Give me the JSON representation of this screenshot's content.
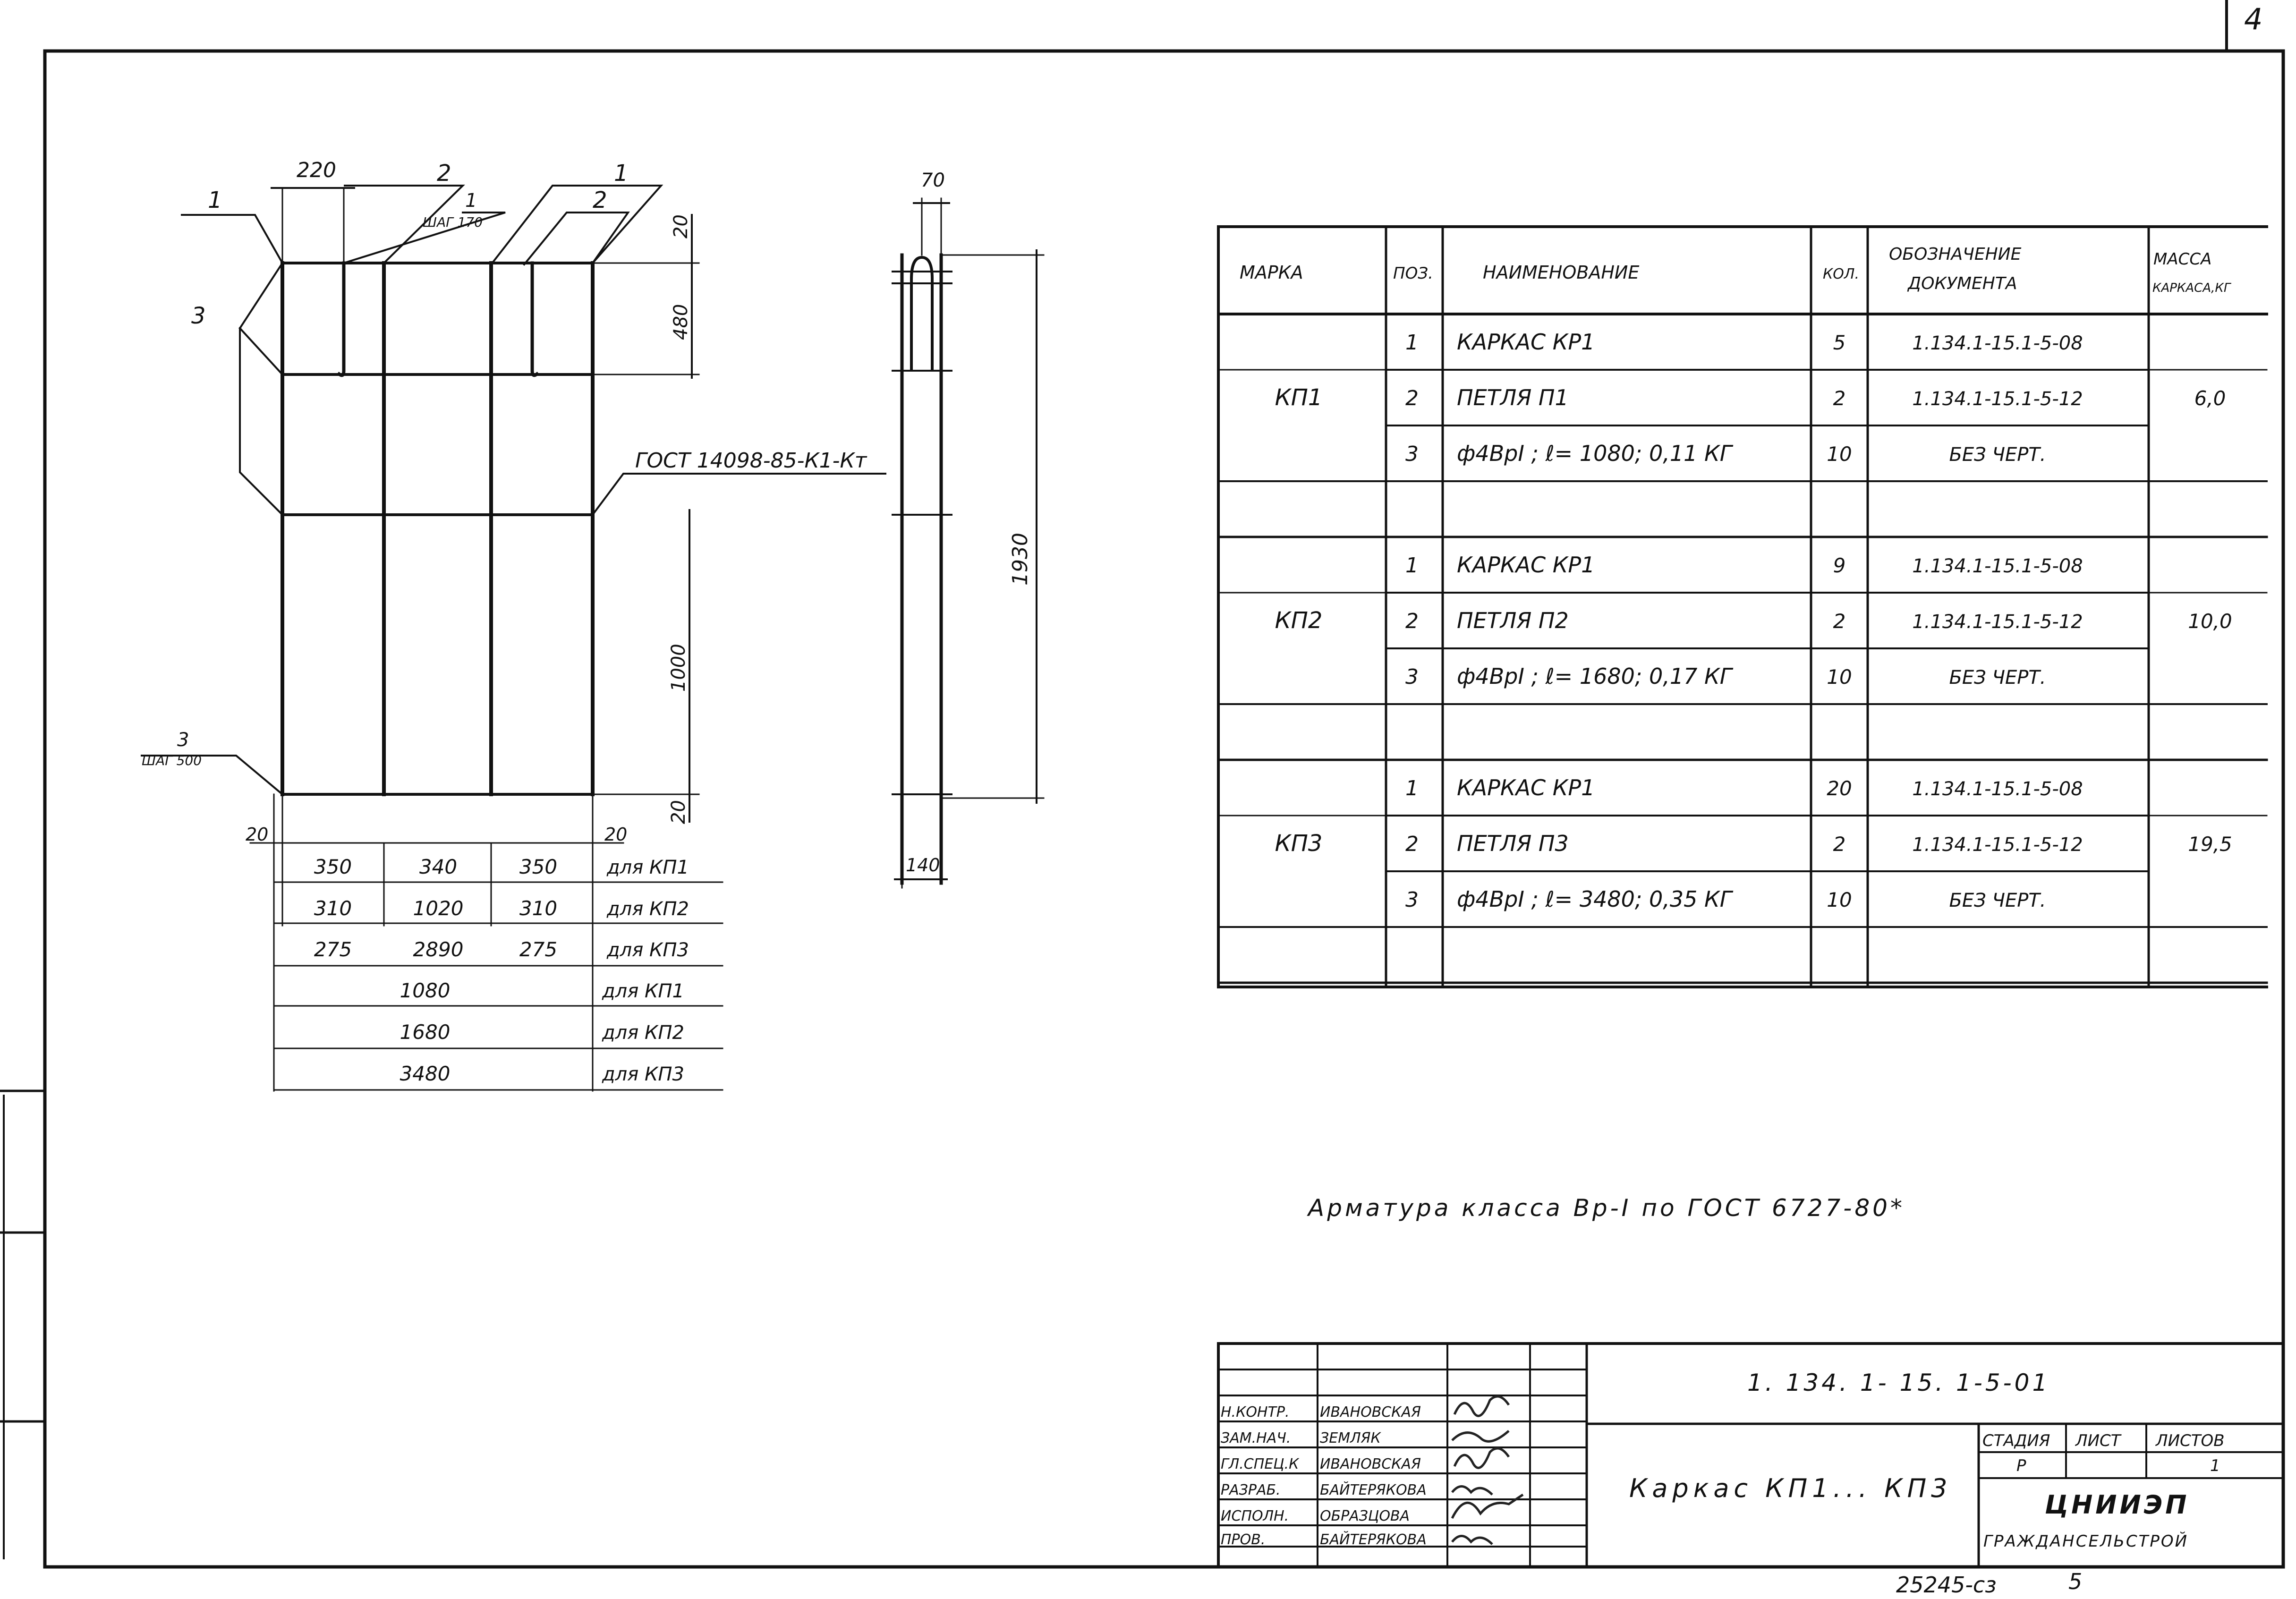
{
  "sheet": {
    "page_number": "4",
    "inventory_number": "25245-сз",
    "inventory_page": "5"
  },
  "drawing": {
    "top_dims": {
      "d220": "220",
      "d70": "70"
    },
    "callouts": {
      "pos1_left": "1",
      "pos2": "2",
      "pos1_step": "1",
      "pos1_step_label": "ШАГ 170",
      "pos1_right": "1",
      "pos2_right": "2",
      "pos3": "3",
      "pos3_bottom": "3",
      "pos3_step_label": "ШАГ 500",
      "weld_standard": "ГОСТ 14098-85-К1-Кт"
    },
    "vertical_dims": {
      "d20_top": "20",
      "d480": "480",
      "d1000": "1000",
      "d20_bot": "20",
      "d1930": "1930",
      "d140": "140"
    },
    "side_dims": {
      "d20_left": "20",
      "d20_right": "20"
    },
    "width_rows": [
      {
        "a": "350",
        "b": "340",
        "c": "350",
        "note": "для КП1"
      },
      {
        "a": "310",
        "b": "1020",
        "c": "310",
        "note": "для КП2"
      },
      {
        "a": "275",
        "b": "2890",
        "c": "275",
        "note": "для КП3"
      }
    ],
    "total_rows": [
      {
        "value": "1080",
        "note": "для КП1"
      },
      {
        "value": "1680",
        "note": "для КП2"
      },
      {
        "value": "3480",
        "note": "для КП3"
      }
    ]
  },
  "spec": {
    "headers": {
      "mark": "МАРКА",
      "pos": "ПОЗ.",
      "name": "НАИМЕНОВАНИЕ",
      "qty": "КОЛ.",
      "doc_line1": "ОБОЗНАЧЕНИЕ",
      "doc_line2": "ДОКУМЕНТА",
      "mass_line1": "МАССА",
      "mass_line2": "КАРКАСА,КГ"
    },
    "groups": [
      {
        "mark": "КП1",
        "mass": "6,0",
        "rows": [
          {
            "pos": "1",
            "name": "КАРКАС   КР1",
            "qty": "5",
            "doc": "1.134.1-15.1-5-08"
          },
          {
            "pos": "2",
            "name": "ПЕТЛЯ     П1",
            "qty": "2",
            "doc": "1.134.1-15.1-5-12"
          },
          {
            "pos": "3",
            "name": "ф4ВрI ; ℓ= 1080; 0,11 КГ",
            "qty": "10",
            "doc": "БЕЗ  ЧЕРТ."
          }
        ]
      },
      {
        "mark": "КП2",
        "mass": "10,0",
        "rows": [
          {
            "pos": "1",
            "name": "КАРКАС   КР1",
            "qty": "9",
            "doc": "1.134.1-15.1-5-08"
          },
          {
            "pos": "2",
            "name": "ПЕТЛЯ     П2",
            "qty": "2",
            "doc": "1.134.1-15.1-5-12"
          },
          {
            "pos": "3",
            "name": "ф4ВрI ; ℓ= 1680; 0,17 КГ",
            "qty": "10",
            "doc": "БЕЗ  ЧЕРТ."
          }
        ]
      },
      {
        "mark": "КП3",
        "mass": "19,5",
        "rows": [
          {
            "pos": "1",
            "name": "КАРКАС     КР1",
            "qty": "20",
            "doc": "1.134.1-15.1-5-08"
          },
          {
            "pos": "2",
            "name": "ПЕТЛЯ       П3",
            "qty": "2",
            "doc": "1.134.1-15.1-5-12"
          },
          {
            "pos": "3",
            "name": "ф4ВрI ; ℓ= 3480; 0,35 КГ",
            "qty": "10",
            "doc": "БЕЗ  ЧЕРТ."
          }
        ]
      }
    ]
  },
  "note": "Арматура   класса  Вр-I  по  ГОСТ 6727-80*",
  "title_block": {
    "doc_code": "1. 134. 1- 15. 1-5-01",
    "title": "Каркас  КП1... КП3",
    "stage_label": "СТАДИЯ",
    "sheet_label": "ЛИСТ",
    "sheets_label": "ЛИСТОВ",
    "stage_value": "Р",
    "sheet_value": "",
    "sheets_value": "1",
    "org_name": "ЦНИИЭП",
    "org_sub": "ГРАЖДАНСЕЛЬСТРОЙ",
    "staff": [
      {
        "role": "Н.КОНТР.",
        "name": "ИВАНОВСКАЯ"
      },
      {
        "role": "ЗАМ.НАЧ.",
        "name": "ЗЕМЛЯК"
      },
      {
        "role": "ГЛ.СПЕЦ.К",
        "name": "ИВАНОВСКАЯ"
      },
      {
        "role": "РАЗРАБ.",
        "name": "БАЙТЕРЯКОВА"
      },
      {
        "role": "ИСПОЛН.",
        "name": "ОБРАЗЦОВА"
      },
      {
        "role": "ПРОВ.",
        "name": "БАЙТЕРЯКОВА"
      }
    ]
  }
}
